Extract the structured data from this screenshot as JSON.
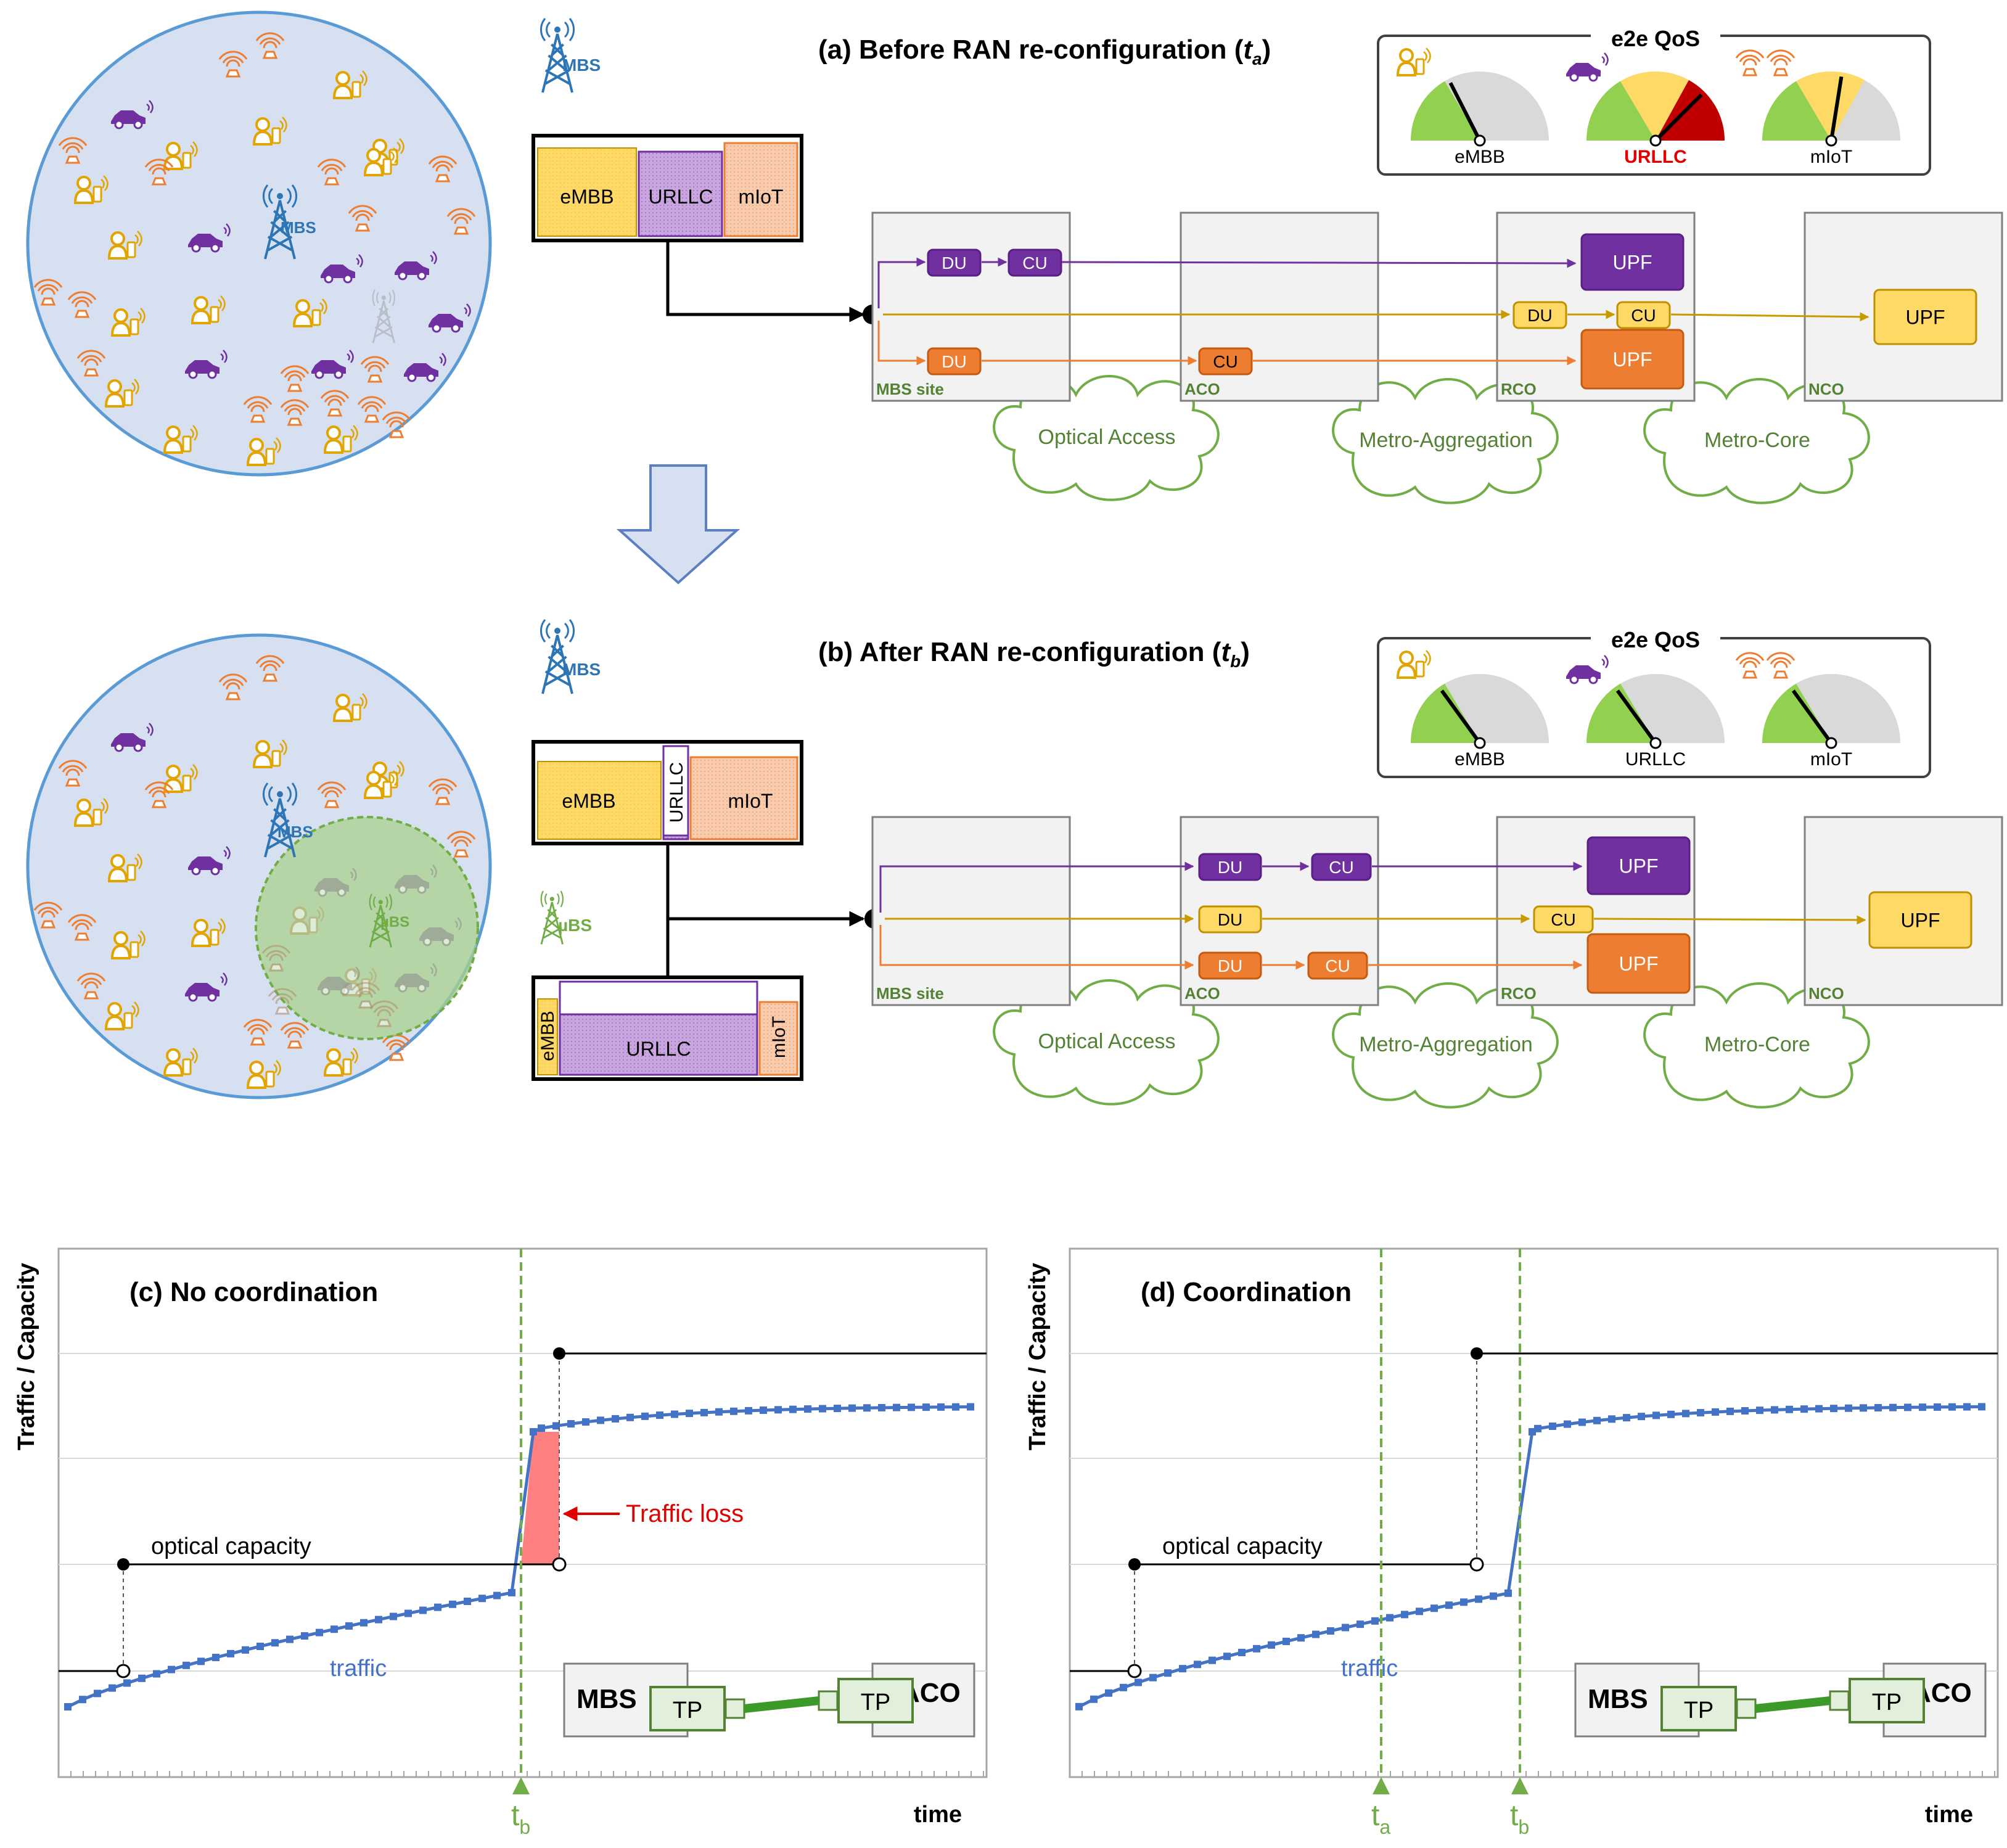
{
  "panels": {
    "a": {
      "prefix": "(a) Before RAN re-configuration (",
      "var": "t",
      "sub": "a",
      "suffix": ")"
    },
    "b": {
      "prefix": "(b) After RAN re-configuration (",
      "var": "t",
      "sub": "b",
      "suffix": ")"
    },
    "c": {
      "title": "(c) No coordination"
    },
    "d": {
      "title": "(d) Coordination"
    }
  },
  "cells": {
    "mbs_label": "MBS",
    "ubs_label": "µBS"
  },
  "slices": {
    "embb": "eMBB",
    "urllc": "URLLC",
    "miot": "mIoT"
  },
  "network": {
    "sites": [
      "MBS site",
      "ACO",
      "RCO",
      "NCO"
    ],
    "functions": {
      "du": "DU",
      "cu": "CU",
      "upf": "UPF"
    },
    "clouds": [
      "Optical Access",
      "Metro-Aggregation",
      "Metro-Core"
    ]
  },
  "qos": {
    "title": "e2e QoS",
    "gauges": [
      "eMBB",
      "URLLC",
      "mIoT"
    ],
    "before_levels": [
      0.35,
      0.75,
      0.55
    ],
    "after_levels": [
      0.3,
      0.3,
      0.3
    ]
  },
  "charts": {
    "ylabel": "Traffic / Capacity",
    "xlabel": "time",
    "cap_label": "optical capacity",
    "traffic_label": "traffic",
    "loss_label": "Traffic loss",
    "t_var": "t",
    "ta_sub": "a",
    "tb_sub": "b",
    "link": {
      "left": "MBS",
      "tp": "TP",
      "right": "ACO"
    }
  },
  "colors": {
    "embb": "#FFD966",
    "urllc": "#7030A0",
    "miot": "#ED7D31",
    "mbs": "#2E75B6",
    "ubs": "#70AD47",
    "cloud": "#70AD47",
    "site_text": "#548235",
    "traffic": "#4472C4",
    "loss": "#FF8080",
    "loss_text": "#E00000",
    "urllc_bad": "#E00000",
    "gauge_bad": "#C00000"
  }
}
